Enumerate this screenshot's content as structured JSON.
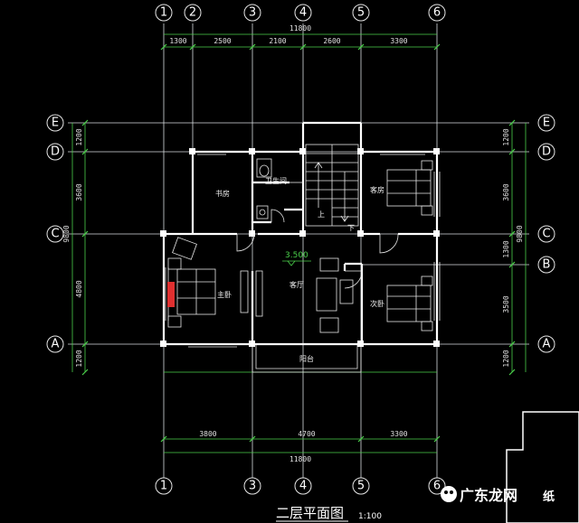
{
  "axes_top": [
    "1",
    "2",
    "3",
    "4",
    "5",
    "6"
  ],
  "axes_bottom": [
    "1",
    "3",
    "4",
    "5",
    "6"
  ],
  "axes_left": [
    "E",
    "D",
    "C",
    "A"
  ],
  "axes_right": [
    "E",
    "D",
    "C",
    "B",
    "A"
  ],
  "dims_top_overall": "11800",
  "dims_top": [
    "1300",
    "2500",
    "2100",
    "2600",
    "3300"
  ],
  "dims_bottom": [
    "3800",
    "4700",
    "3300"
  ],
  "dims_bottom_overall": "11800",
  "dims_left": [
    "1200",
    "3600",
    "4800",
    "1200"
  ],
  "dims_left_overall": "9800",
  "dims_right": [
    "1200",
    "3600",
    "1300",
    "3500",
    "1200"
  ],
  "dims_right_overall": "9800",
  "rooms": {
    "study": "书房",
    "bathroom": "卫生间",
    "guest_room": "客房",
    "master_bedroom": "主卧",
    "living_room": "客厅",
    "secondary_bedroom": "次卧",
    "balcony": "阳台",
    "stair_up": "上",
    "stair_down": "下"
  },
  "level_mark": "3.500",
  "drawing_title": "二层平面图",
  "scale": "1:100",
  "watermark": "广东龙网",
  "watermark_tail": "纸",
  "colors": {
    "dimension": "#4ad04a",
    "line": "#ffffff",
    "hatch_red": "#e03030"
  }
}
